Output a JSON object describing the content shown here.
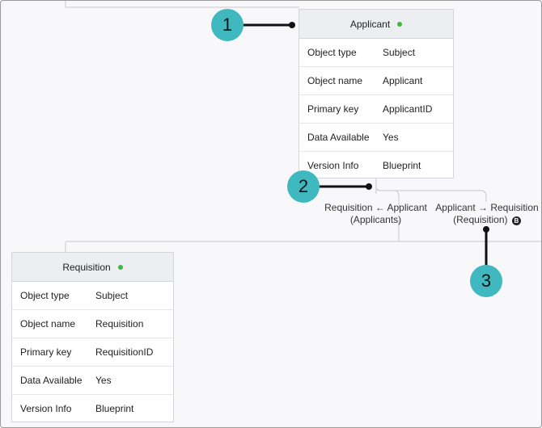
{
  "applicant": {
    "title": "Applicant",
    "rows": [
      {
        "key": "Object type",
        "value": "Subject"
      },
      {
        "key": "Object name",
        "value": "Applicant"
      },
      {
        "key": "Primary key",
        "value": "ApplicantID"
      },
      {
        "key": "Data Available",
        "value": "Yes"
      },
      {
        "key": "Version Info",
        "value": "Blueprint"
      }
    ]
  },
  "requisition": {
    "title": "Requisition",
    "rows": [
      {
        "key": "Object type",
        "value": "Subject"
      },
      {
        "key": "Object name",
        "value": "Requisition"
      },
      {
        "key": "Primary key",
        "value": "RequisitionID"
      },
      {
        "key": "Data Available",
        "value": "Yes"
      },
      {
        "key": "Version Info",
        "value": "Blueprint"
      }
    ]
  },
  "relationships": {
    "left": {
      "line1": "Requisition ← Applicant",
      "line2": "(Applicants)"
    },
    "right": {
      "line1": "Applicant → Requisition",
      "line2": "(Requisition)",
      "badge": "B"
    }
  },
  "callouts": {
    "one": "1",
    "two": "2",
    "three": "3"
  },
  "colors": {
    "callout": "#3fb8c0",
    "status_dot": "#3db83d",
    "header_bg": "#eceef2"
  }
}
